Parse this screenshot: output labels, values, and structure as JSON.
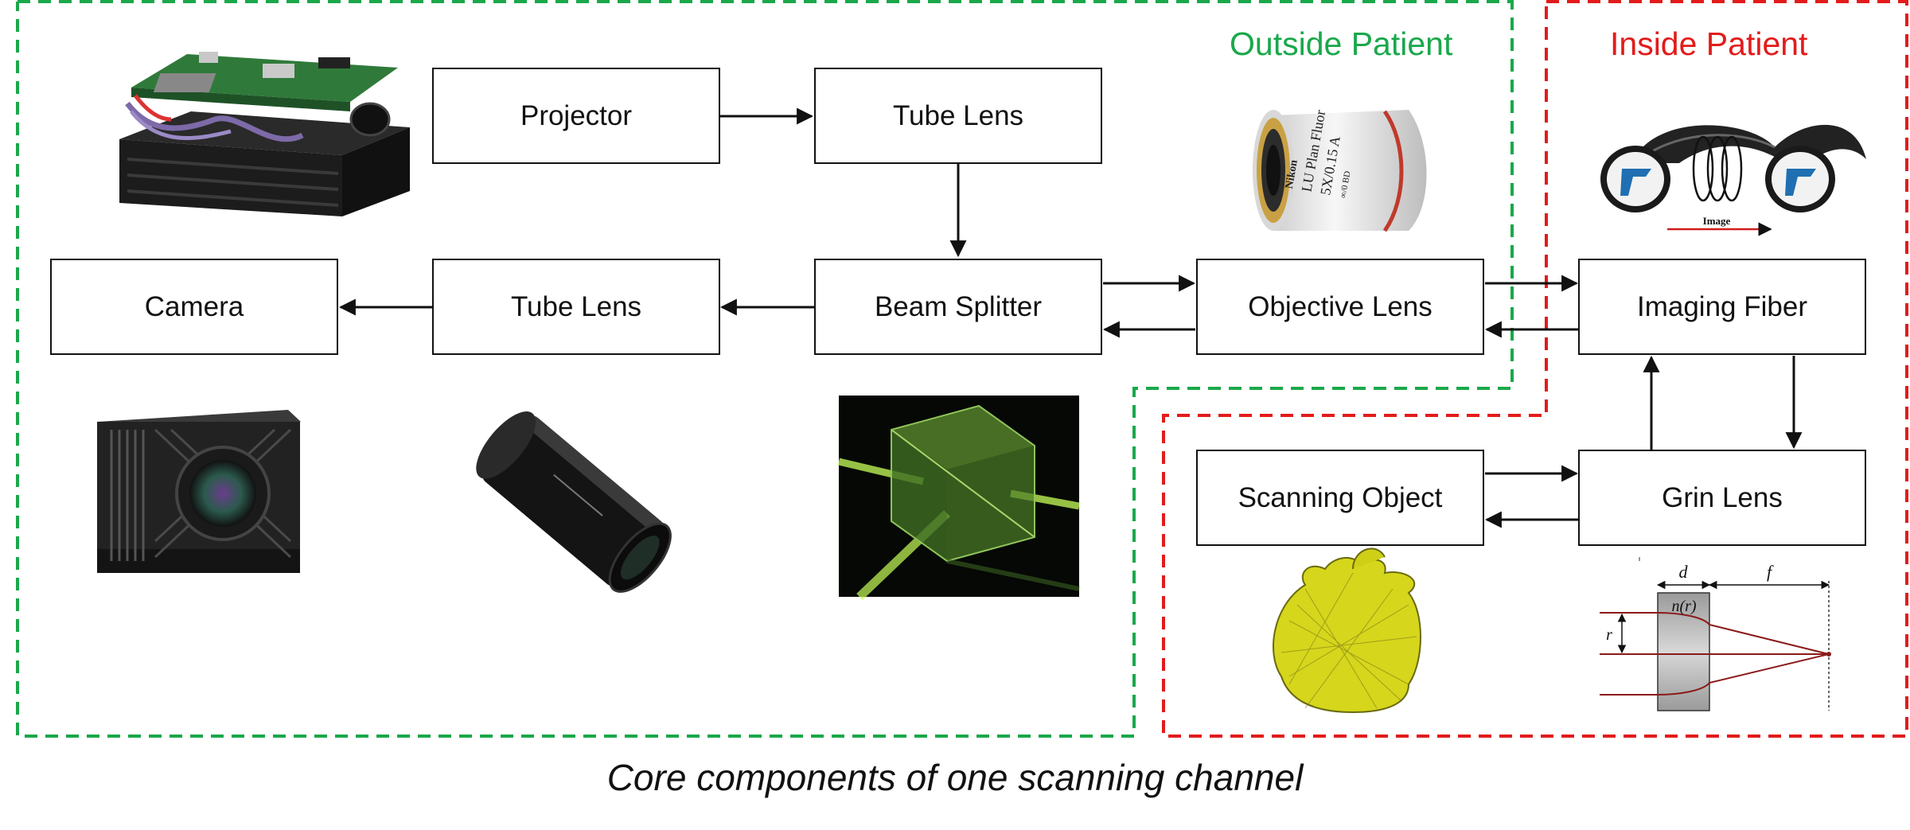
{
  "regions": {
    "outside": {
      "label": "Outside Patient",
      "color": "#1aa84b"
    },
    "inside": {
      "label": "Inside Patient",
      "color": "#e31b1b"
    }
  },
  "nodes": {
    "projector": "Projector",
    "tube_lens_top": "Tube Lens",
    "camera": "Camera",
    "tube_lens_mid": "Tube Lens",
    "beam_splitter": "Beam Splitter",
    "objective_lens": "Objective Lens",
    "imaging_fiber": "Imaging Fiber",
    "scanning_object": "Scanning Object",
    "grin_lens": "Grin Lens"
  },
  "pictures": {
    "fiber_image_label": "Image",
    "objective_brand": "Nikon",
    "objective_line1": "LU Plan Fluor",
    "objective_line2": "5X/0.15 A",
    "objective_line3": "∞/0 BD",
    "grin_d": "d",
    "grin_f": "f",
    "grin_n": "n(r)",
    "grin_r": "r"
  },
  "edges": [
    {
      "from": "Projector",
      "to": "Tube Lens"
    },
    {
      "from": "Tube Lens",
      "to": "Beam Splitter"
    },
    {
      "from": "Beam Splitter",
      "to": "Tube Lens"
    },
    {
      "from": "Tube Lens",
      "to": "Camera"
    },
    {
      "from": "Beam Splitter",
      "to": "Objective Lens"
    },
    {
      "from": "Objective Lens",
      "to": "Beam Splitter"
    },
    {
      "from": "Objective Lens",
      "to": "Imaging Fiber"
    },
    {
      "from": "Imaging Fiber",
      "to": "Objective Lens"
    },
    {
      "from": "Imaging Fiber",
      "to": "Grin Lens"
    },
    {
      "from": "Grin Lens",
      "to": "Imaging Fiber"
    },
    {
      "from": "Scanning Object",
      "to": "Grin Lens"
    },
    {
      "from": "Grin Lens",
      "to": "Scanning Object"
    }
  ],
  "caption": "Core components of one scanning channel"
}
